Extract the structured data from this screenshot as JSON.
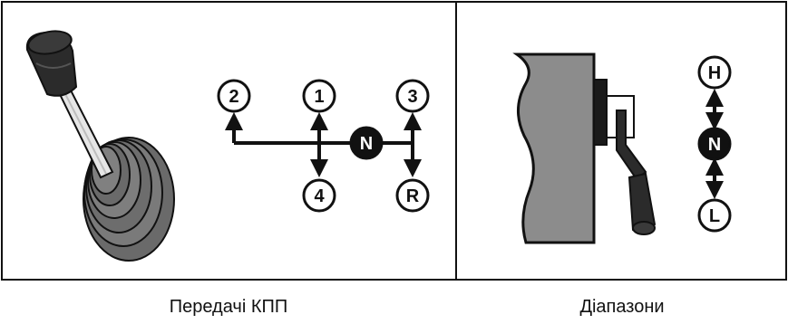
{
  "panels": {
    "gearbox": {
      "caption": "Передачі КПП",
      "gears": {
        "g1": "1",
        "g2": "2",
        "g3": "3",
        "g4": "4",
        "reverse": "R",
        "neutral": "N"
      }
    },
    "range": {
      "caption": "Діапазони",
      "positions": {
        "high": "H",
        "neutral": "N",
        "low": "L"
      }
    }
  },
  "colors": {
    "line": "#111111",
    "lever_dark": "#2b2b2b",
    "boot_gray": "#7a7a7a",
    "housing_gray": "#8c8c8c",
    "neutral_fill": "#111111",
    "circle_fill": "#ffffff"
  }
}
